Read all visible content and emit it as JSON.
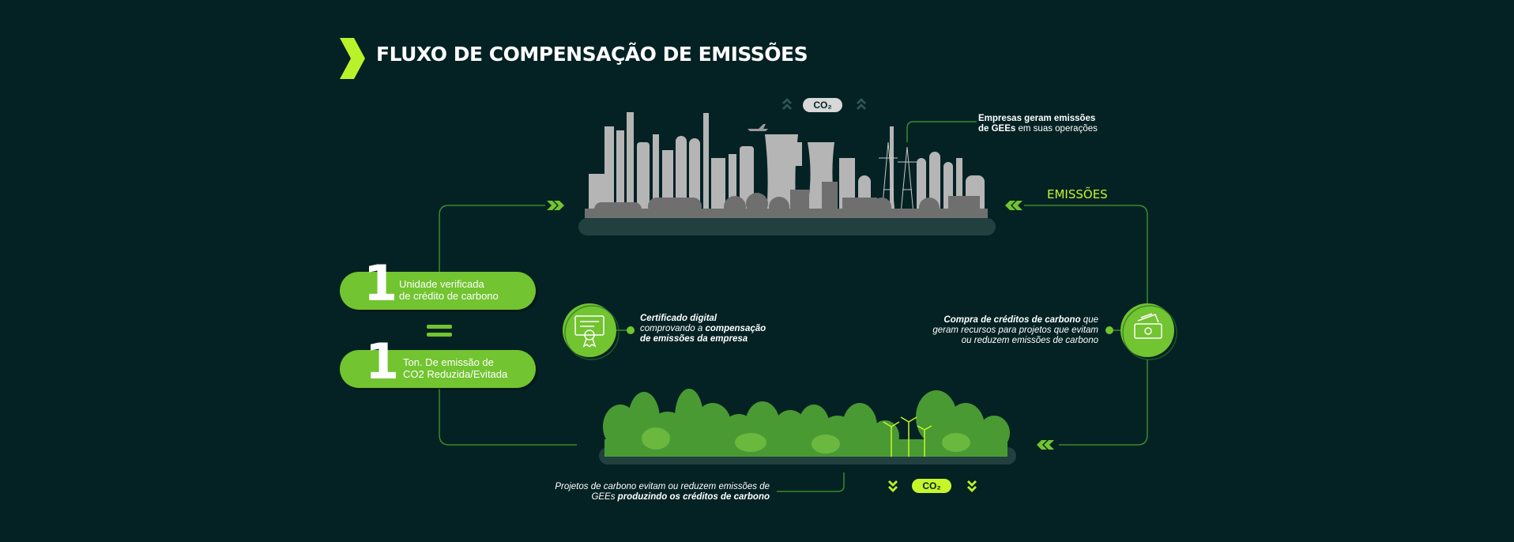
{
  "title": "FLUXO DE COMPENSAÇÃO DE EMISSÕES",
  "equivalence": {
    "unit_credit": {
      "number": "1",
      "line1": "Unidade verificada",
      "line2": "de crédito de carbono"
    },
    "unit_emission": {
      "number": "1",
      "line1": "Ton. De emissão de",
      "line2": "CO2 Reduzida/Evitada"
    }
  },
  "industry": {
    "note_bold": "Empresas geram emissões",
    "note_bold2": "de GEEs",
    "note_rest": " em suas operações"
  },
  "co2_tag_top": "CO₂",
  "co2_tag_bottom": "CO₂",
  "emissions_label": "EMISSÕES",
  "certificate": {
    "line1": "Certificado digital",
    "line2_prefix": "comprovando a ",
    "line2_bold": "compensação",
    "line3": "de emissões da empresa"
  },
  "purchase": {
    "line1_bold": "Compra de créditos de carbono",
    "line1_rest": " que",
    "line2": "geram recursos para projetos que evitam",
    "line3": "ou reduzem emissões de carbono"
  },
  "projects": {
    "line1": "Projetos de carbono evitam ou reduzem emissões de",
    "line2_prefix": "GEEs ",
    "line2_bold": "produzindo os créditos de carbono"
  },
  "colors": {
    "background": "#042224",
    "accent_green": "#72c430",
    "lime": "#c6f52a",
    "line_green": "#3d8a2a",
    "industry_gray": "#b5b5b5",
    "forest_green": "#4a9a34"
  },
  "icons": [
    "chevron-right-logo-icon",
    "certificate-icon",
    "money-bill-icon",
    "wind-turbine-icon"
  ]
}
